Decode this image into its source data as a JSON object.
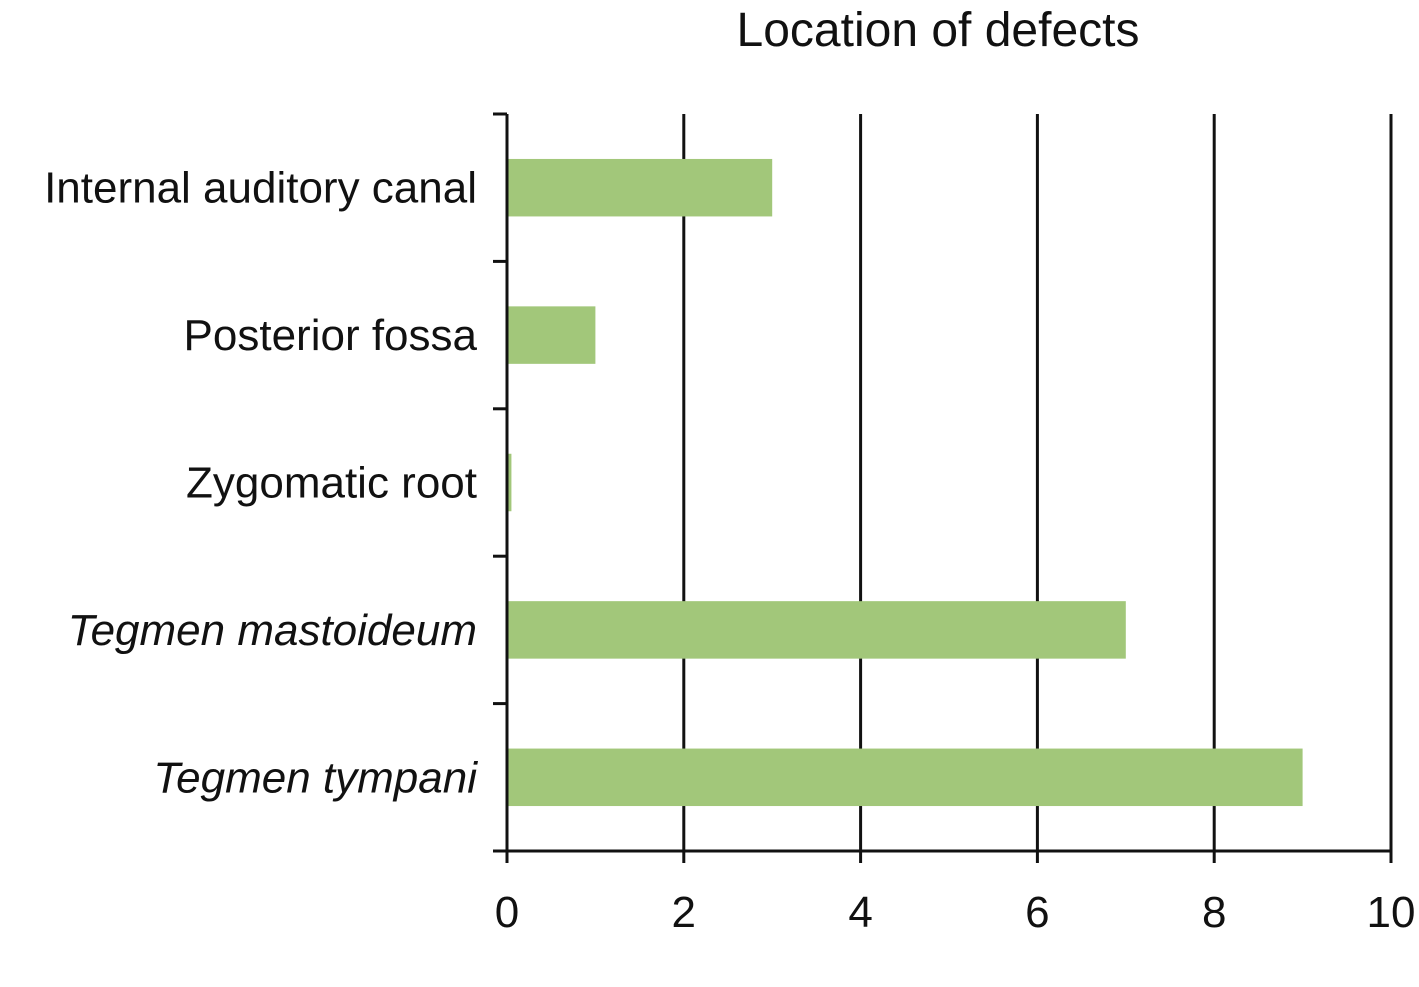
{
  "chart_data": {
    "type": "bar",
    "orientation": "horizontal",
    "title": "Location of defects",
    "xlabel": "",
    "ylabel": "",
    "categories": [
      "Internal auditory canal",
      "Posterior fossa",
      "Zygomatic root",
      "Tegmen mastoideum",
      "Tegmen tympani"
    ],
    "italic_categories": [
      "Tegmen mastoideum",
      "Tegmen tympani"
    ],
    "values": [
      3,
      1,
      0.05,
      7,
      9
    ],
    "xlim": [
      0,
      10
    ],
    "xticks": [
      "0",
      "2",
      "4",
      "6",
      "8",
      "10"
    ],
    "grid": "vertical",
    "bar_color": "#a2c77a",
    "axis_color": "#111111"
  }
}
